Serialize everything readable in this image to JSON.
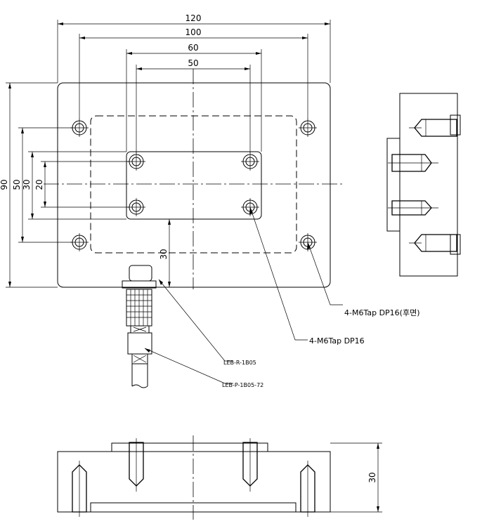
{
  "dimensions": {
    "top_width_120": "120",
    "top_width_100": "100",
    "top_width_60": "60",
    "top_width_50": "50",
    "left_height_90": "90",
    "left_height_50": "50",
    "left_height_30": "30",
    "left_height_20": "20",
    "inner_height_30": "30",
    "front_height_30": "30"
  },
  "callouts": {
    "rear_tap": "4-M6Tap DP16(후면)",
    "front_tap": "4-M6Tap DP16",
    "connector_receptacle": "LEB-R-1B05",
    "connector_plug": "LEB-P-1B05-72"
  }
}
